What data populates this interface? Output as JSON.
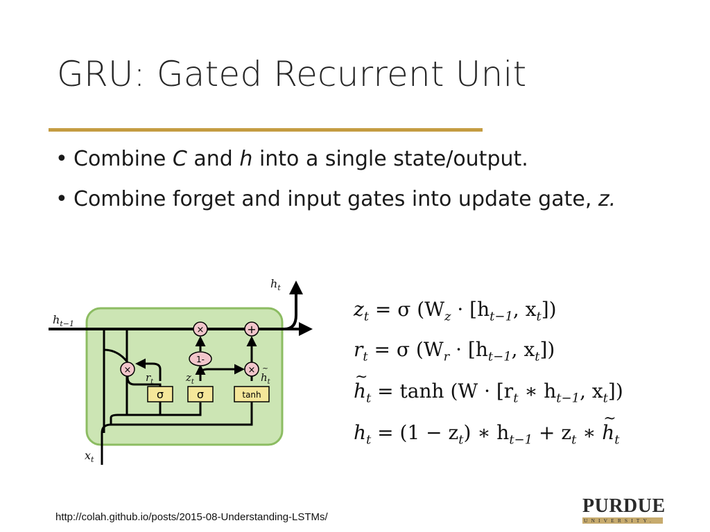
{
  "slide": {
    "title": "GRU:  Gated Recurrent Unit",
    "bullets": [
      {
        "parts": [
          "Combine ",
          "C",
          " and ",
          "h",
          " into a single state/output."
        ]
      },
      {
        "parts": [
          "Combine forget and input gates into update gate, ",
          "z."
        ]
      }
    ],
    "credit": "http://colah.github.io/posts/2015-08-Understanding-LSTMs/",
    "logo": {
      "name": "PURDUE",
      "subtitle": "UNIVERSITY."
    },
    "accent_color": "#c49c42"
  },
  "diagram": {
    "labels": {
      "h_out": "h",
      "h_out_sub": "t",
      "h_prev": "h",
      "h_prev_sub": "t−1",
      "x_in": "x",
      "x_in_sub": "t",
      "r": "r",
      "r_sub": "t",
      "z": "z",
      "z_sub": "t",
      "h_tilde": "h",
      "h_tilde_sub": "t"
    },
    "ops": {
      "multiply": "×",
      "add": "+",
      "one_minus": "1-"
    },
    "gates": {
      "sigma_r": "σ",
      "sigma_z": "σ",
      "tanh": "tanh"
    },
    "colors": {
      "cell": "#cce5b4",
      "cell_border": "#8cbc62",
      "gate": "#f5e79a",
      "op": "#f2c6cb"
    }
  },
  "equations": {
    "eq1": {
      "lhs": "z",
      "lhs_sub": "t",
      "rhs_a": " = σ (W",
      "rhs_a_sub": "z",
      "rhs_b": " · [h",
      "rhs_b_sub": "t−1",
      "rhs_c": ", x",
      "rhs_c_sub": "t",
      "rhs_d": "])"
    },
    "eq2": {
      "lhs": "r",
      "lhs_sub": "t",
      "rhs_a": " = σ (W",
      "rhs_a_sub": "r",
      "rhs_b": " · [h",
      "rhs_b_sub": "t−1",
      "rhs_c": ", x",
      "rhs_c_sub": "t",
      "rhs_d": "])"
    },
    "eq3": {
      "lhs": "h",
      "lhs_sub": "t",
      "rhs_a": " = ",
      "rhs_tanh": "tanh",
      "rhs_b": " (W · [r",
      "rhs_b_sub": "t",
      "rhs_c": " ∗ h",
      "rhs_c_sub": "t−1",
      "rhs_d": ", x",
      "rhs_d_sub": "t",
      "rhs_e": "])"
    },
    "eq4": {
      "lhs": "h",
      "lhs_sub": "t",
      "rhs_a": " = (1 − z",
      "rhs_a_sub": "t",
      "rhs_b": ") ∗ h",
      "rhs_b_sub": "t−1",
      "rhs_c": " + z",
      "rhs_c_sub": "t",
      "rhs_d": " ∗ ",
      "rhs_e": "h",
      "rhs_e_sub": "t"
    }
  }
}
